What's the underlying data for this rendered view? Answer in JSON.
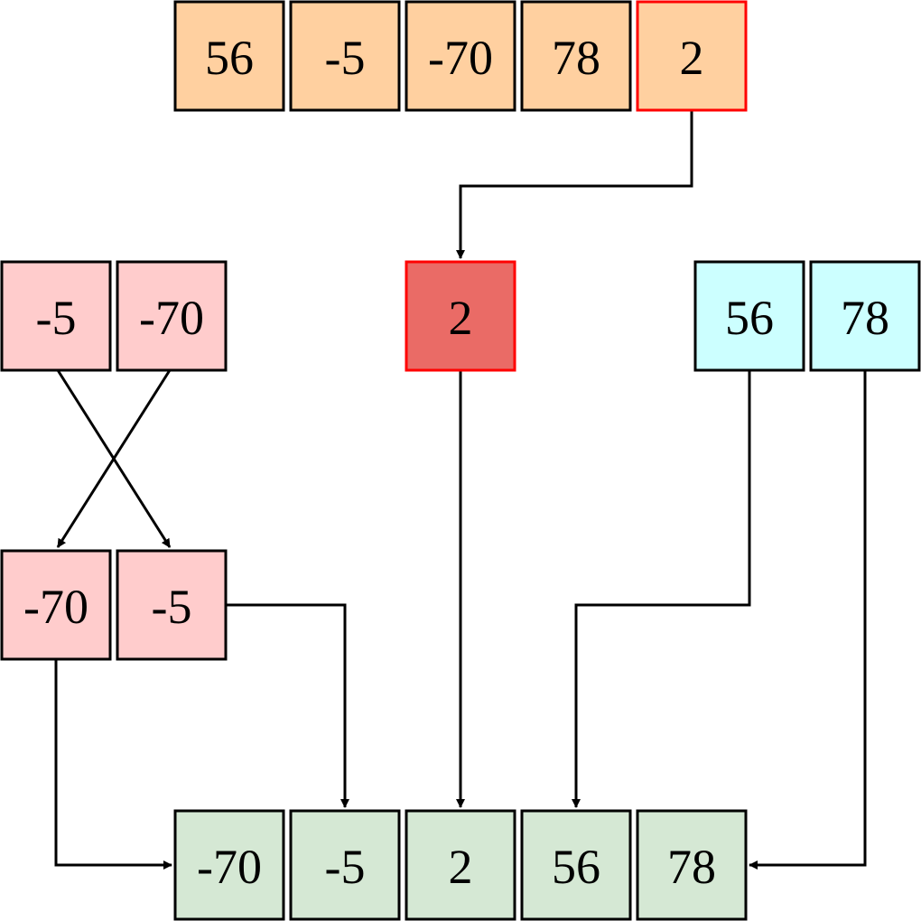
{
  "colors": {
    "input_fill": "#ffd0a0",
    "pivot_source_fill": "#ffd0a0",
    "pivot_border": "#ff0000",
    "pivot_fill": "#ea6b66",
    "left_fill": "#ffcccc",
    "right_fill": "#ccffff",
    "output_fill": "#d5e8d4",
    "cell_border": "#000000",
    "arrow": "#000000"
  },
  "input_row": [
    "56",
    "-5",
    "-70",
    "78",
    "2"
  ],
  "pivot": "2",
  "left_partition": [
    "-5",
    "-70"
  ],
  "right_partition": [
    "56",
    "78"
  ],
  "left_sorted": [
    "-70",
    "-5"
  ],
  "output_row": [
    "-70",
    "-5",
    "2",
    "56",
    "78"
  ]
}
